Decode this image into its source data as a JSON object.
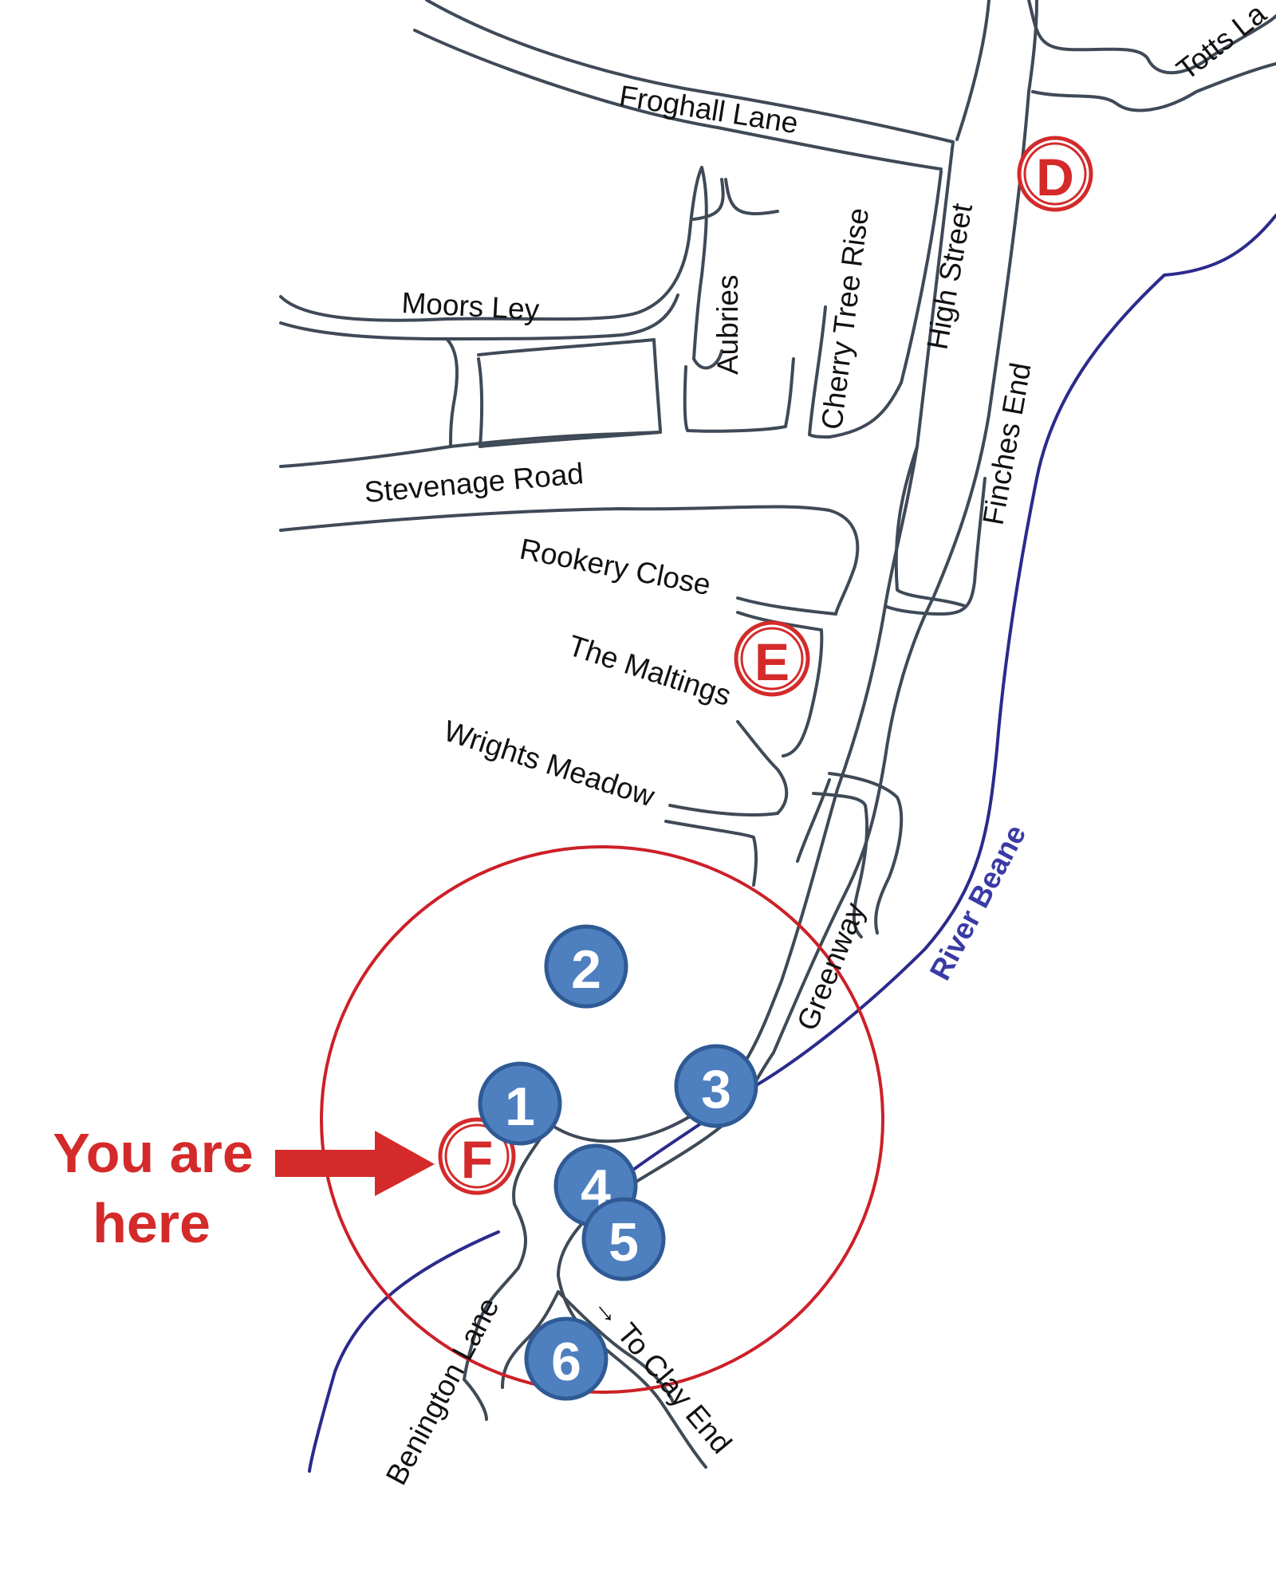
{
  "streets": {
    "froghall_lane": "Froghall Lane",
    "totts_lane": "Totts La",
    "moors_ley": "Moors Ley",
    "aubries": "Aubries",
    "cherry_tree_rise": "Cherry Tree Rise",
    "high_street": "High Street",
    "finches_end": "Finches End",
    "stevenage_road": "Stevenage Road",
    "rookery_close": "Rookery Close",
    "the_maltings": "The Maltings",
    "wrights_meadow": "Wrights Meadow",
    "greenway": "Greenway",
    "benington_lane": "Benington Lane",
    "to_clay_end": "→ To Clay End"
  },
  "river": {
    "name": "River Beane",
    "color": "#2b2a8c"
  },
  "stops": [
    {
      "letter": "D",
      "color": "#d42a2a"
    },
    {
      "letter": "E",
      "color": "#d42a2a"
    },
    {
      "letter": "F",
      "color": "#d42a2a"
    }
  ],
  "points_of_interest": [
    "1",
    "2",
    "3",
    "4",
    "5",
    "6"
  ],
  "you_are_here": {
    "line1": "You are",
    "line2": "here",
    "icon": "right-arrow-icon"
  },
  "colors": {
    "road": "#3f4a57",
    "marker_red": "#d42a2a",
    "poi_blue": "#4e7fbf"
  }
}
